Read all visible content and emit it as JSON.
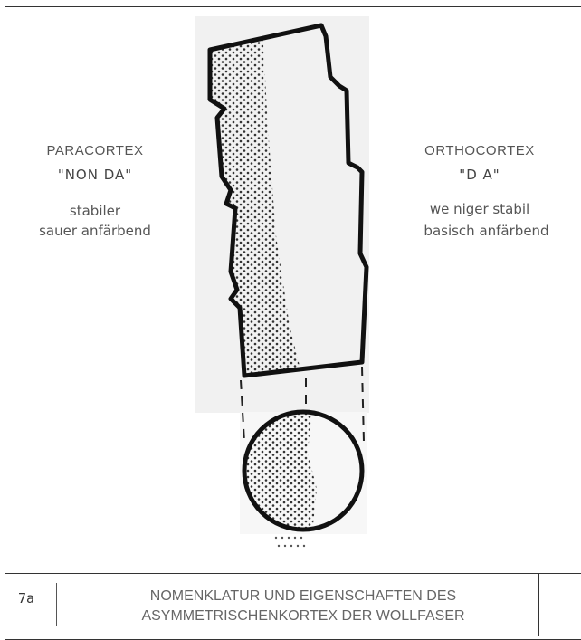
{
  "left": {
    "title": "PARACORTEX",
    "subtitle": "\"NON  DA\"",
    "prop1": "stabiler",
    "prop2": "sauer anfärbend"
  },
  "right": {
    "title": "ORTHOCORTEX",
    "subtitle": "\"D A\"",
    "prop1": "we niger stabil",
    "prop2": "basisch anfärbend"
  },
  "footer": {
    "figure_number": "7a",
    "caption_line1": "NOMENKLATUR UND EIGENSCHAFTEN DES",
    "caption_line2": "ASYMMETRISCHENKORTEX DER WOLLFASER"
  },
  "colors": {
    "outline": "#111111",
    "dots": "#333333",
    "background_panel": "#f1f1f1"
  }
}
